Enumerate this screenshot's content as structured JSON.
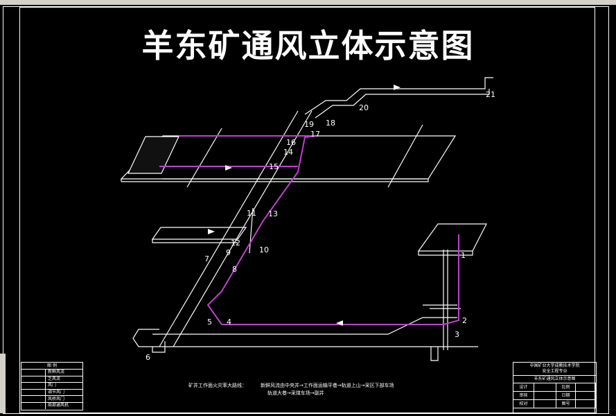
{
  "title": "羊东矿通风立体示意图",
  "station_labels": [
    "1",
    "2",
    "3",
    "4",
    "5",
    "6",
    "7",
    "8",
    "9",
    "10",
    "11",
    "12",
    "13",
    "14",
    "15",
    "16",
    "17",
    "18",
    "19",
    "20",
    "21"
  ],
  "route_notes": {
    "line1": "矿井工作面火灾率大路线：",
    "line2": "新鲜风流由中央并→工作面运输平巷→轨道上山→采区下部车场",
    "line3": "轨道大巷→采煤车场→副井"
  },
  "legend": {
    "header": "图  例",
    "items": [
      "新鲜风流",
      "乏风流",
      "风门",
      "调节风门",
      "风桥风门",
      "局部通风机"
    ]
  },
  "title_block": {
    "school": "中国矿业大学成教技术学院",
    "major": "安全工程专业",
    "drawing_name": "羊东矿通风立体示意图",
    "cells": [
      "设计",
      "",
      "比例",
      "",
      "审核",
      "",
      "日期",
      "",
      "校对",
      "",
      "图号",
      ""
    ]
  },
  "colors": {
    "background": "#000000",
    "lines": "#ffffff",
    "airflow_path": "#c040d0"
  }
}
